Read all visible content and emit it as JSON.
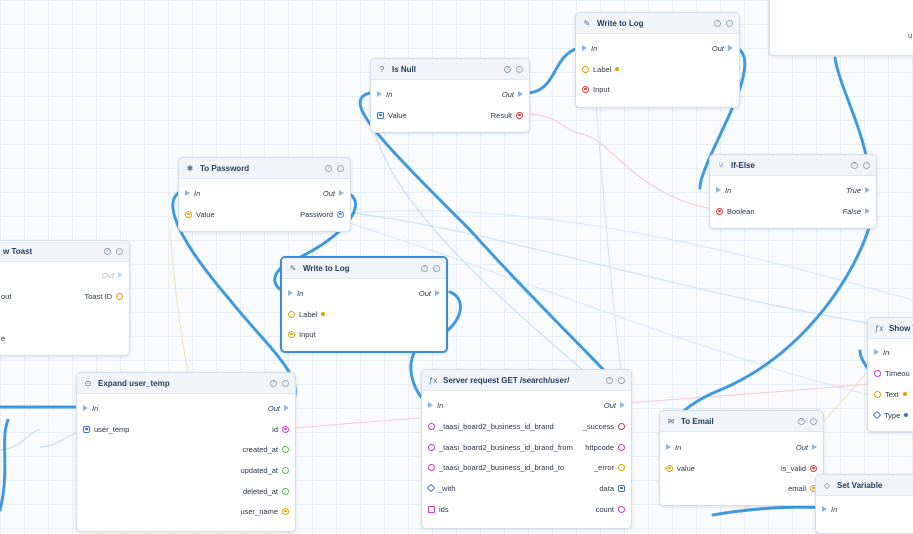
{
  "colors": {
    "exec_wire": "#4aa3e0",
    "data_wire": "#f0b9c6",
    "blue_wire": "#bcd8f2",
    "selected_border": "#3d8bd9"
  },
  "nodes": {
    "write_log_top": {
      "title": "Write to Log",
      "in": "In",
      "out": "Out",
      "label": "Label",
      "input": "Input"
    },
    "is_null": {
      "title": "Is Null",
      "in": "In",
      "out": "Out",
      "value": "Value",
      "result": "Result"
    },
    "to_password": {
      "title": "To Password",
      "in": "In",
      "out": "Out",
      "value": "Value",
      "password": "Password"
    },
    "if_else": {
      "title": "If-Else",
      "in": "In",
      "true": "True",
      "boolean": "Boolean",
      "false": "False"
    },
    "show_toast": {
      "title": "w Toast",
      "out": "Out",
      "left1": "out",
      "toast_id": "Toast ID",
      "left2": "e"
    },
    "write_log_sel": {
      "title": "Write to Log",
      "in": "In",
      "out": "Out",
      "label": "Label",
      "input": "Input"
    },
    "expand_user": {
      "title": "Expand user_temp",
      "in": "In",
      "out": "Out",
      "user_temp": "user_temp",
      "id": "id",
      "created_at": "created_at",
      "updated_at": "updated_at",
      "deleted_at": "deleted_at",
      "user_name": "user_name"
    },
    "server_request": {
      "title": "Server request GET /search/user/",
      "in": "In",
      "out": "Out",
      "inputs": [
        "_taasi_board2_business_id_brand",
        "_taasi_board2_business_id_brand_from",
        "_taasi_board2_business_id_brand_to",
        "_with",
        "ids"
      ],
      "outputs": [
        "_success",
        "httpcode",
        "_error",
        "data",
        "count"
      ]
    },
    "to_email": {
      "title": "To Email",
      "in": "In",
      "out": "Out",
      "value": "value",
      "is_valid": "is_valid",
      "email": "email"
    },
    "show_partial": {
      "title": "Show T",
      "in": "In",
      "timeout": "Timeou",
      "text": "Text",
      "type": "Type"
    },
    "set_variable": {
      "title": "Set Variable",
      "in": "In"
    },
    "top_right": {
      "fragment": "u"
    }
  }
}
